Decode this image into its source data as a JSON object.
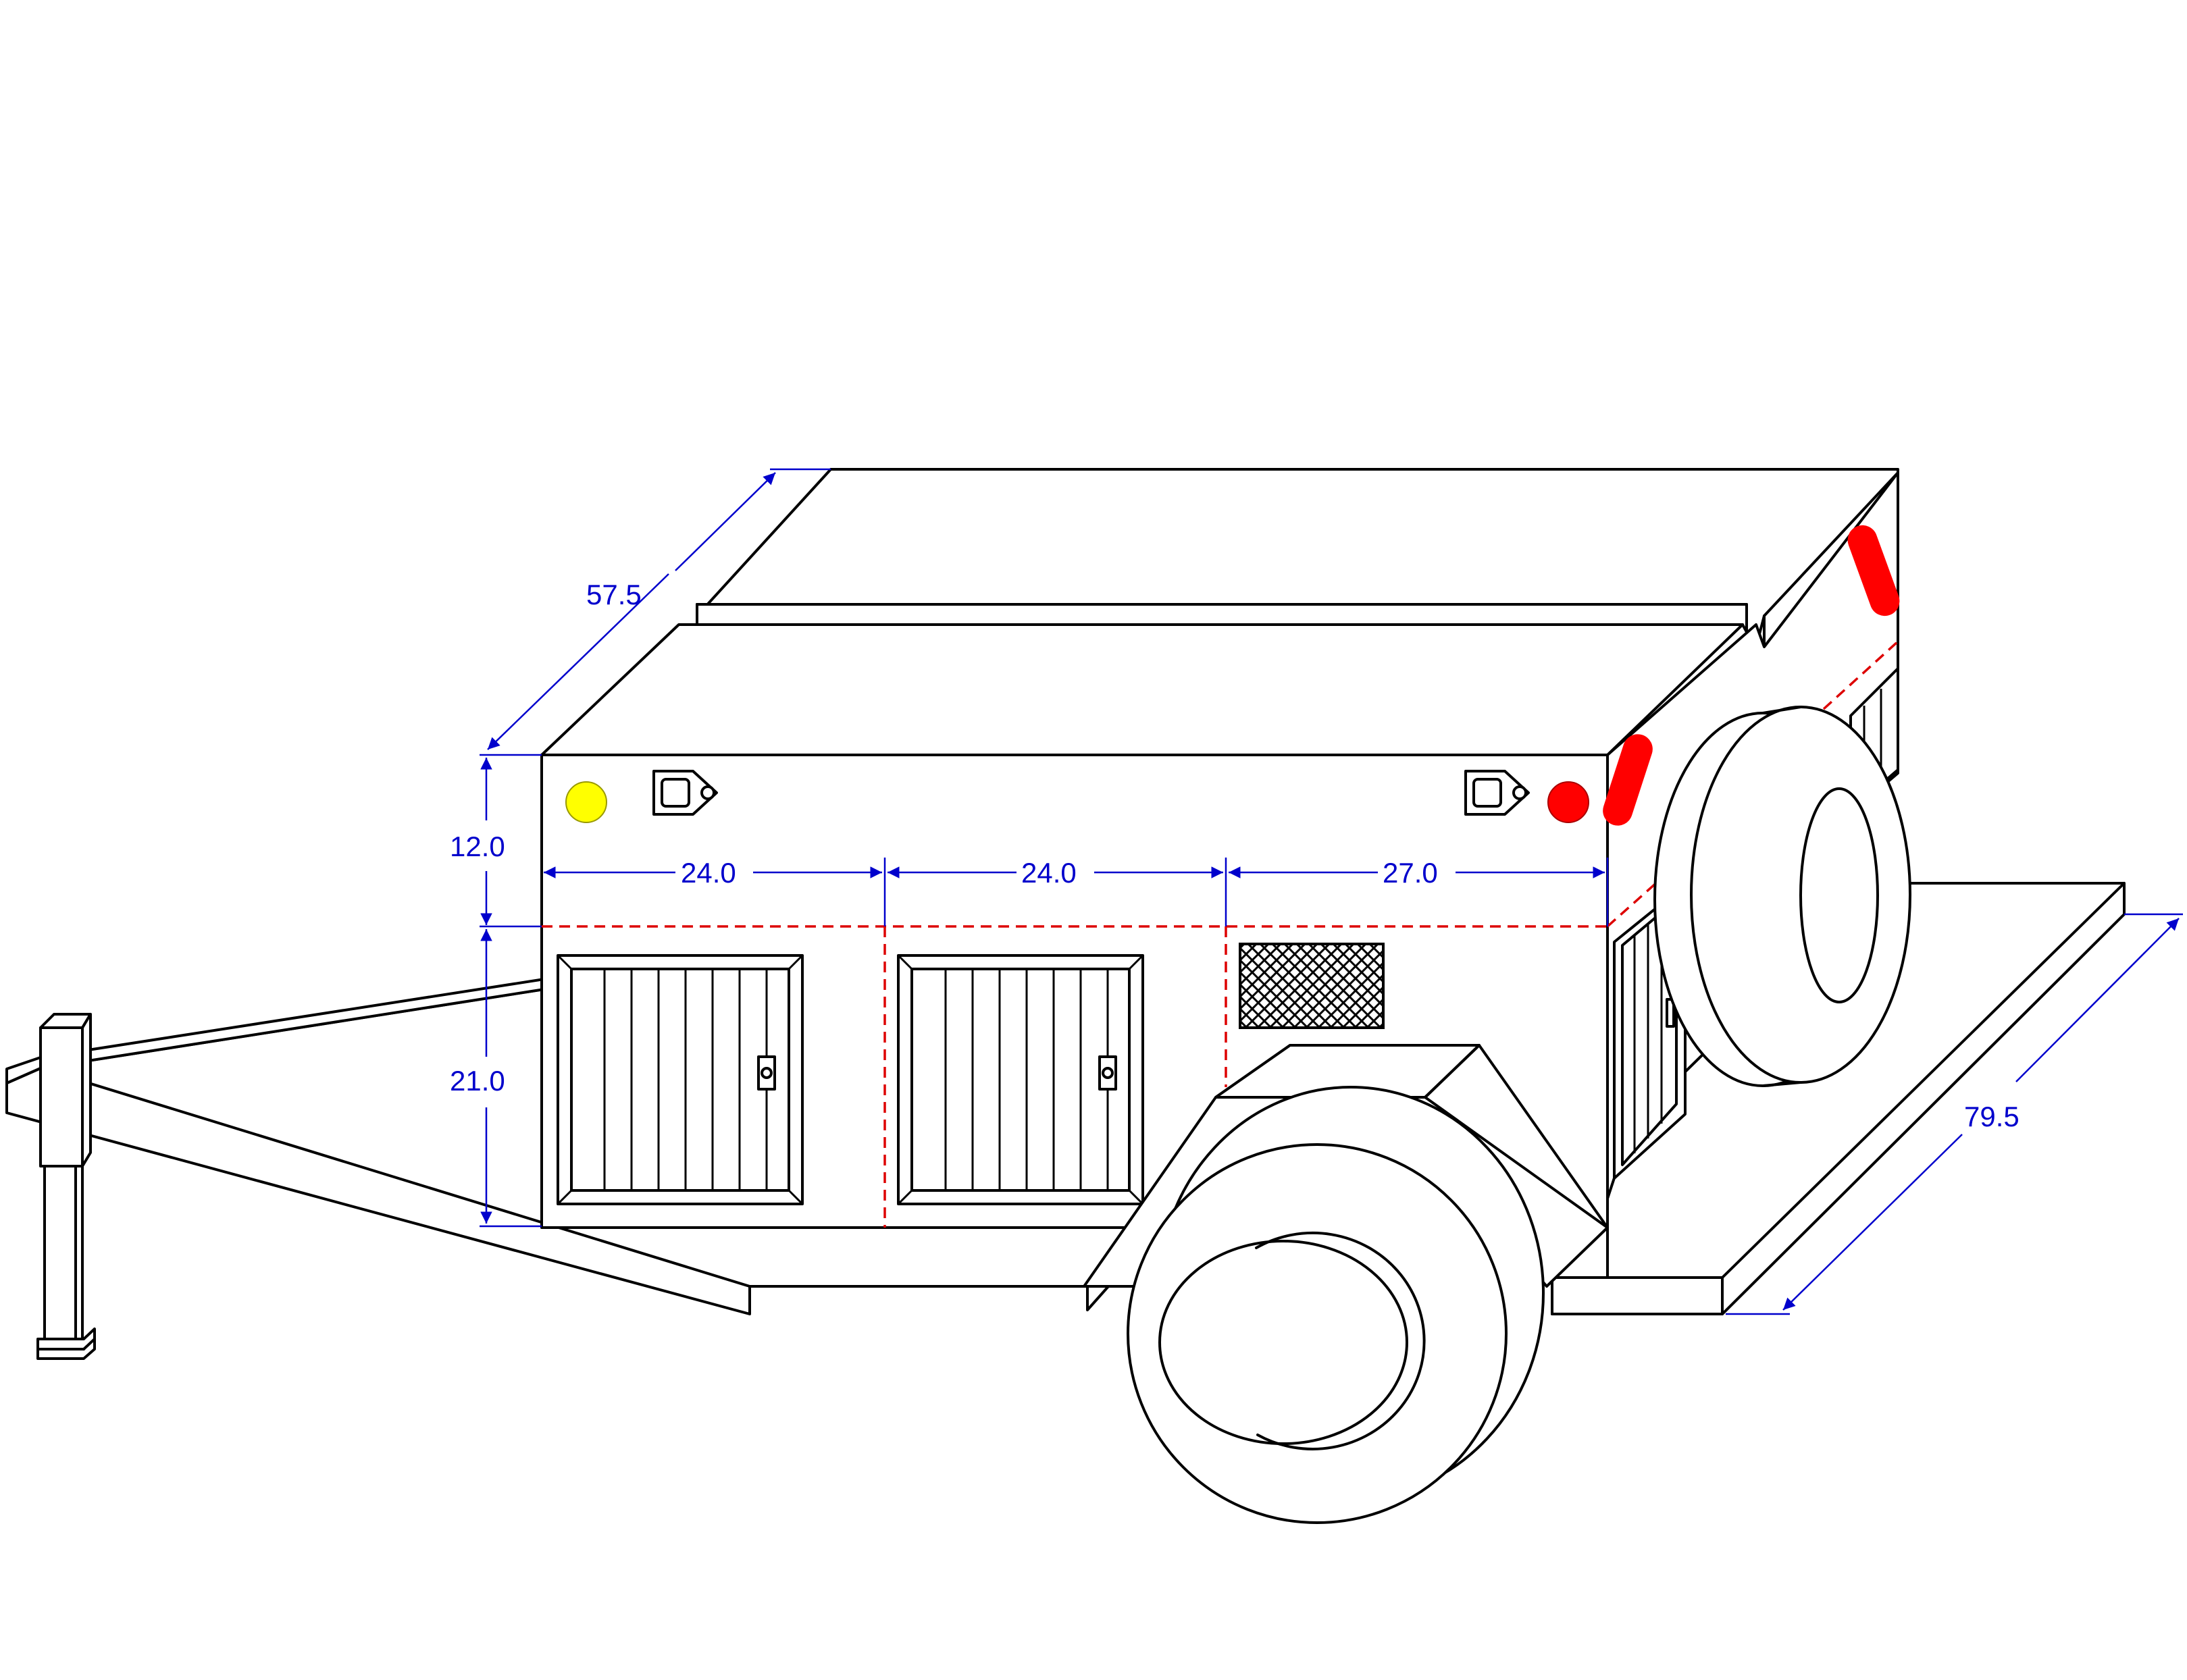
{
  "colors": {
    "outline": "#000000",
    "dimension": "#0000cc",
    "compartment_divider": "#dd0000",
    "amber_marker_light": "#ffff00",
    "red_marker_light": "#ff0000"
  },
  "dimensions": {
    "width": "57.5",
    "upper_height": "12.0",
    "lower_height": "21.0",
    "compartment_1": "24.0",
    "compartment_2": "24.0",
    "compartment_3": "27.0",
    "length": "79.5"
  }
}
